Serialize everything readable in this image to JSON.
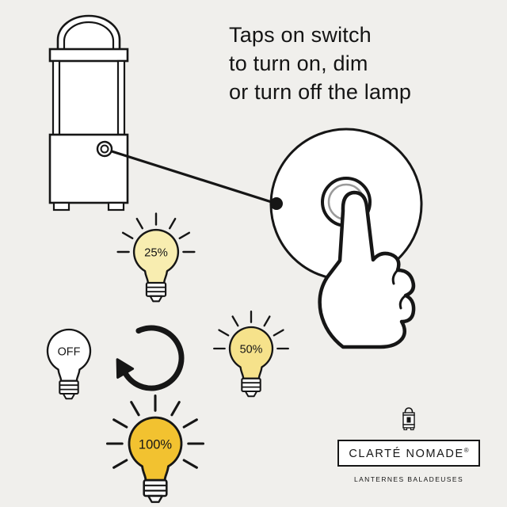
{
  "colors": {
    "background": "#f0efec",
    "ink": "#161616",
    "bulb_25_fill": "#f8edb0",
    "bulb_50_fill": "#f6e28b",
    "bulb_100_fill": "#f2c230",
    "bulb_off_fill": "#ffffff"
  },
  "heading": {
    "line1": "Taps on switch",
    "line2": "to turn on, dim",
    "line3": "or turn off the lamp"
  },
  "brightness_levels": {
    "b25": {
      "label": "25%"
    },
    "b50": {
      "label": "50%"
    },
    "b100": {
      "label": "100%"
    },
    "off": {
      "label": "OFF"
    }
  },
  "logo": {
    "brand": "CLARTÉ NOMADE",
    "registered_mark": "®",
    "tagline": "LANTERNES BALADEUSES"
  }
}
